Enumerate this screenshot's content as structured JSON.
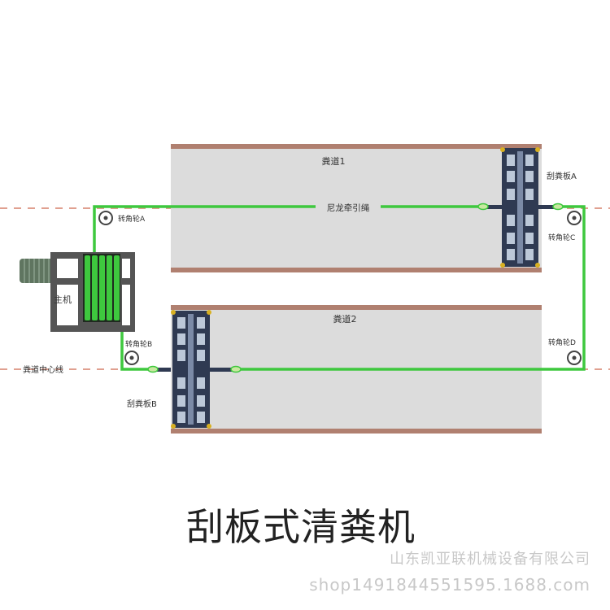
{
  "labels": {
    "channel1": "粪道1",
    "channel2": "粪道2",
    "rope": "尼龙牵引绳",
    "pulley_a": "转角轮A",
    "pulley_b": "转角轮B",
    "pulley_c": "转角轮C",
    "pulley_d": "转角轮D",
    "scraper_a": "刮粪板A",
    "scraper_b": "刮粪板B",
    "main_unit": "主机",
    "centerline": "粪道中心线"
  },
  "title": "刮板式清粪机",
  "watermark": {
    "company": "山东凯亚联机械设备有限公司",
    "shop": "shop1491844551595.1688.com"
  },
  "colors": {
    "rope": "#3ec83e",
    "channel_fill": "#dcdcdc",
    "channel_edge": "#b08070",
    "scraper_frame": "#2f3a52",
    "scraper_panel": "#bcc8d8",
    "centerline": "#e0a090",
    "housing": "#555555"
  }
}
